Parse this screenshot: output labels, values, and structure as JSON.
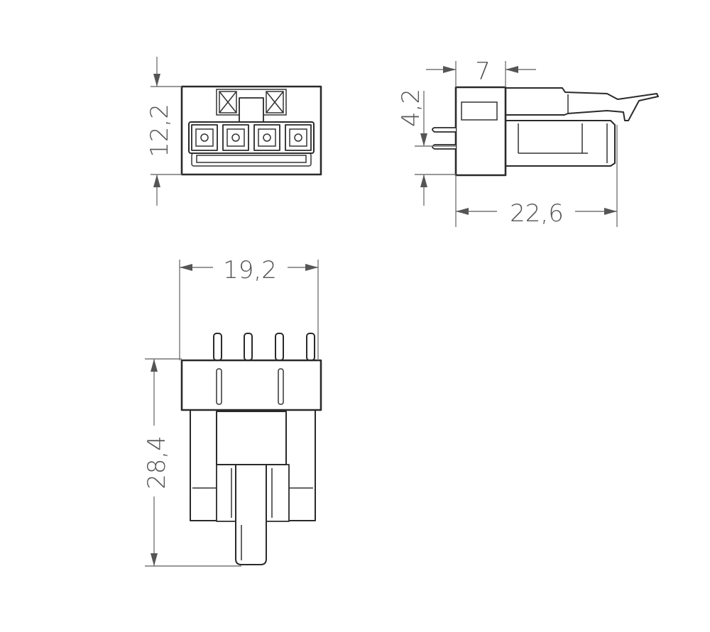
{
  "drawing": {
    "type": "technical dimension drawing",
    "subject": "4-pole connector",
    "views": {
      "front": {
        "dimension_height": "12,2",
        "contacts": 4
      },
      "side": {
        "dimension_top": "7",
        "dimension_left": "4,2",
        "dimension_bottom": "22,6"
      },
      "top": {
        "dimension_width": "19,2",
        "dimension_height": "28,4",
        "pins": 4
      }
    }
  },
  "colors": {
    "line": "#2a2a2a",
    "dimension": "#777777",
    "text": "#555555",
    "background": "#ffffff"
  }
}
